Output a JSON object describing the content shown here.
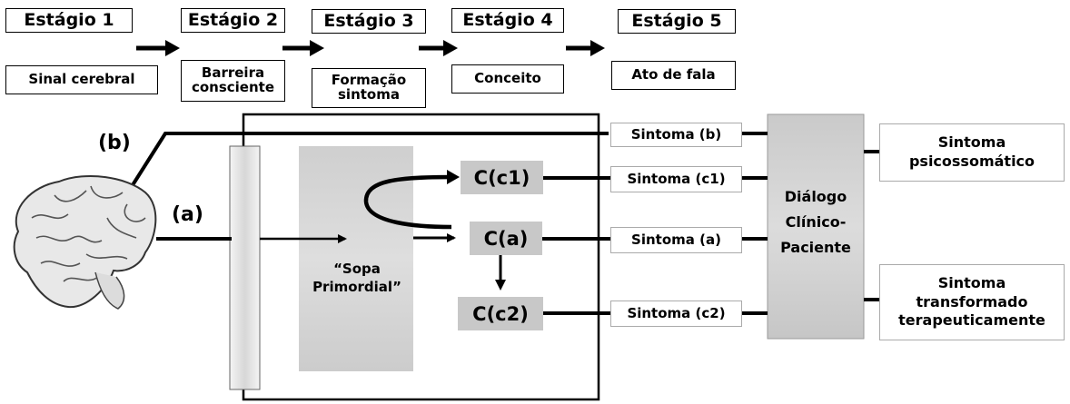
{
  "stages": [
    {
      "title": "Estágio 1",
      "desc": "Sinal cerebral"
    },
    {
      "title": "Estágio 2",
      "desc": "Barreira consciente"
    },
    {
      "title": "Estágio 3",
      "desc": "Formação sintoma"
    },
    {
      "title": "Estágio 4",
      "desc": "Conceito"
    },
    {
      "title": "Estágio 5",
      "desc": "Ato de fala"
    }
  ],
  "paths": {
    "a": "(a)",
    "b": "(b)"
  },
  "soup": "“Sopa Primordial”",
  "concepts": {
    "c1": "C(c1)",
    "a": "C(a)",
    "c2": "C(c2)"
  },
  "symptoms": {
    "b": "Sintoma (b)",
    "c1": "Sintoma (c1)",
    "a": "Sintoma (a)",
    "c2": "Sintoma (c2)"
  },
  "dialog": "Diálogo Clínico-Paciente",
  "outcomes": {
    "psychosomatic": "Sintoma psicossomático",
    "transformed": "Sintoma transformado terapeuticamente"
  },
  "colors": {
    "concept_fill": "#c8c8c8",
    "soup_fill": "#d9d9d9",
    "dialog_fill": "#d0d0d0"
  },
  "icons": {
    "brain": "brain-icon"
  }
}
